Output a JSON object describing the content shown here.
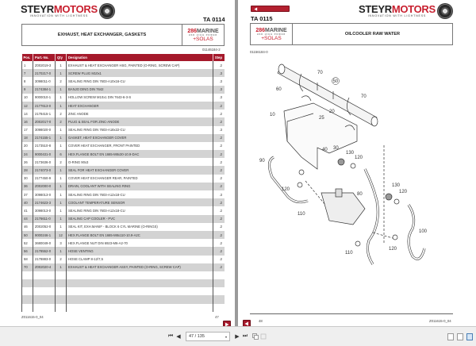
{
  "viewer": {
    "left_page": {
      "logo": {
        "word_a": "STEYR",
        "word_b": "MOTORS",
        "tagline": "INNOVATION WITH LIGHTNESS"
      },
      "ta_number": "TA  0114",
      "title": "EXHAUST, HEAT EXCHANGER, GASKETS",
      "brand": {
        "line1_a": "286",
        "line1_b": "MARINE",
        "line2": "HSD   HIGH POWER",
        "line3": "+SOLAS"
      },
      "doc_number": "01146184-2",
      "table": {
        "headers": {
          "pos": "Pos.",
          "part": "Part.-No.",
          "qty": "Qty",
          "designation": "Designation",
          "step": "Step"
        },
        "rows": [
          {
            "pos": "1",
            "part": "Z002019-3",
            "qty": "1",
            "designation": "EXHAUST & HEAT EXCHANGER HSG, PAINTED (O-RING, SCREW CAP)",
            "step": ".2"
          },
          {
            "pos": "7",
            "part": "2170217-0",
            "qty": "1",
            "designation": "SCREW PLUG M10x1",
            "step": ".3"
          },
          {
            "pos": "8",
            "part": "3098011-0",
            "qty": "2",
            "designation": "SEALING RING DIN 7603-A10x16-CU",
            "step": ".3"
          },
          {
            "pos": "9",
            "part": "2174384-1",
            "qty": "1",
            "designation": "BANJO DING DIN 7642",
            "step": ".3"
          },
          {
            "pos": "10",
            "part": "9000010-1",
            "qty": "1",
            "designation": "HOLLOW SCREW M10x1 DIN 7643-6-3-S",
            "step": ".3"
          },
          {
            "pos": "12",
            "part": "2177613-0",
            "qty": "1",
            "designation": "HEAT EXCHANGER",
            "step": ".2"
          },
          {
            "pos": "14",
            "part": "2178415-1",
            "qty": "2",
            "designation": "ZINC ANODE",
            "step": ".2"
          },
          {
            "pos": "16",
            "part": "Z002017-0",
            "qty": "2",
            "designation": "PLUG & SEAL FOR ZINC-ANODE",
            "step": ".2"
          },
          {
            "pos": "17",
            "part": "3098020-0",
            "qty": "1",
            "designation": "SEALING RING DIN 7603-A18x22-CU",
            "step": ".3"
          },
          {
            "pos": "18",
            "part": "2174155-1",
            "qty": "1",
            "designation": "GASKET, HEAT EXCHANGER COVER",
            "step": ".2"
          },
          {
            "pos": "20",
            "part": "2173510-8",
            "qty": "1",
            "designation": "COVER HEAT EXCHANGER, FRONT PAINTED",
            "step": ".2"
          },
          {
            "pos": "24",
            "part": "9000431-0",
            "qty": "6",
            "designation": "HEX.FLANGE BOLT EN 1665-M8x30-10.9-DAC",
            "step": ".2"
          },
          {
            "pos": "26",
            "part": "2173636-0",
            "qty": "2",
            "designation": "O-RING 90x3",
            "step": ".2"
          },
          {
            "pos": "28",
            "part": "2174073-0",
            "qty": "1",
            "designation": "SEAL FOR HEAT EXCHANGER COVER",
            "step": ".2"
          },
          {
            "pos": "30",
            "part": "2177450-9",
            "qty": "1",
            "designation": "COVER HEAT EXCHANGER REAR, PAINTED",
            "step": ".2"
          },
          {
            "pos": "36",
            "part": "Z002000-0",
            "qty": "1",
            "designation": "DRAIN, COOLANT WITH SEALING RING",
            "step": ".2"
          },
          {
            "pos": "37",
            "part": "3098013-0",
            "qty": "1",
            "designation": "SEALING RING DIN 7603-A12x18-CU",
            "step": ".3"
          },
          {
            "pos": "40",
            "part": "2174623-3",
            "qty": "1",
            "designation": "COOLANT TEMPERATURE SENSOR",
            "step": ".2"
          },
          {
            "pos": "41",
            "part": "3098013-0",
            "qty": "1",
            "designation": "SEALING RING DIN 7603-A12x18-CU",
            "step": ".2"
          },
          {
            "pos": "44",
            "part": "2176611-0",
            "qty": "1",
            "designation": "SEALING CAP COOLER - PVC",
            "step": ".2"
          },
          {
            "pos": "46",
            "part": "Z002052-0",
            "qty": "1",
            "designation": "SEAL KIT, EXH.MANIF - BLOCK 6 CYL MARINE (O-RINGS)",
            "step": ".2"
          },
          {
            "pos": "50",
            "part": "9000246-1",
            "qty": "12",
            "designation": "HEX.FLANGE BOLT EN 1665-M8x110-10.9-A2C",
            "step": ".2"
          },
          {
            "pos": "52",
            "part": "3680049-0",
            "qty": "3",
            "designation": "HEX.FLANGE NUT DIN 6923-M6-A2-70",
            "step": ".2"
          },
          {
            "pos": "56",
            "part": "2178552-0",
            "qty": "1",
            "designation": "HOSE VENTING",
            "step": ".2"
          },
          {
            "pos": "58",
            "part": "2178883-0",
            "qty": "2",
            "designation": "HOSE CLAMP 8-12/7,5",
            "step": ".2"
          },
          {
            "pos": "70",
            "part": "Z002020-4",
            "qty": "1",
            "designation": "EXHAUST & HEAT EXCHANGER ASSY, PAINTED (O-RING, SCREW CAP)",
            "step": ".2"
          }
        ],
        "empty_rows": 5
      },
      "footer_code": "Z011615-0_04",
      "page_number": "47"
    },
    "right_page": {
      "logo": {
        "word_a": "STEYR",
        "word_b": "MOTORS",
        "tagline": "INNOVATION WITH LIGHTNESS"
      },
      "ta_number": "TA  0115",
      "title": "OILCOOLER RAW WATER",
      "brand": {
        "line1_a": "286",
        "line1_b": "MARINE",
        "line2": "HSD   HIGH POWER",
        "line3": "+SOLAS"
      },
      "doc_number": "01156184-0",
      "diagram_callouts": [
        "70",
        "50",
        "60",
        "70",
        "10",
        "20",
        "25",
        "40",
        "30",
        "130",
        "120",
        "90",
        "120",
        "110",
        "80",
        "130",
        "120",
        "100",
        "120",
        "110"
      ],
      "footer_code": "Z011615-0_04",
      "page_number": "48"
    },
    "toolbar": {
      "first_page": "⏮",
      "prev_page": "◀",
      "page_indicator": "47 / 135",
      "next_page": "▶",
      "last_page": "⏭"
    },
    "colors": {
      "accent_red": "#a5192b",
      "row_alt": "#d3d3d3"
    }
  }
}
